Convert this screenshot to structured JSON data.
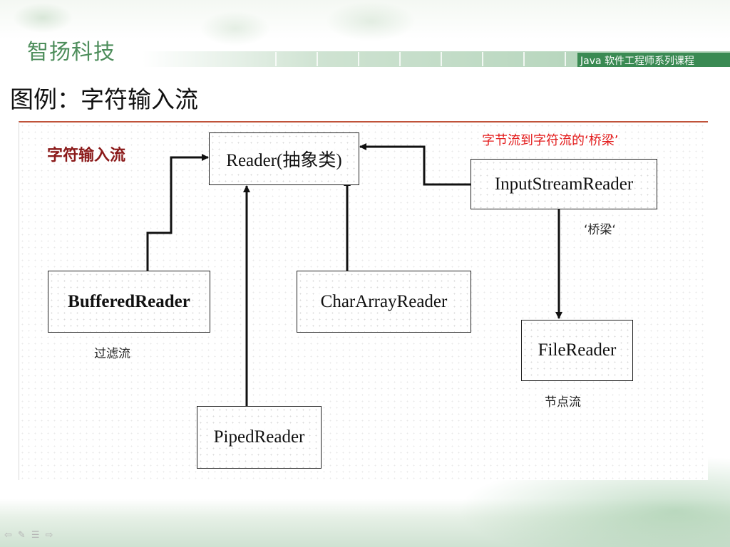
{
  "header": {
    "company": "智扬科技",
    "course": "Java 软件工程师系列课程"
  },
  "slide_title": "图例：字符输入流",
  "diagram": {
    "heading": "字符输入流",
    "bridge_note": "字节流到字符流的‘桥梁’",
    "boxes": {
      "reader": "Reader(抽象类)",
      "inputstreamreader": "InputStreamReader",
      "bufferedreader": "BufferedReader",
      "chararrayreader": "CharArrayReader",
      "filereader": "FileReader",
      "pipedreader": "PipedReader"
    },
    "annotations": {
      "bridge": "‘桥梁‘",
      "filter_stream": "过滤流",
      "node_stream": "节点流"
    },
    "colors": {
      "heading": "#8b1a1a",
      "bridge_note": "#e31b1b"
    }
  },
  "nav": {
    "icons": [
      "back-arrow-icon",
      "pen-icon",
      "menu-icon",
      "forward-arrow-icon"
    ]
  }
}
